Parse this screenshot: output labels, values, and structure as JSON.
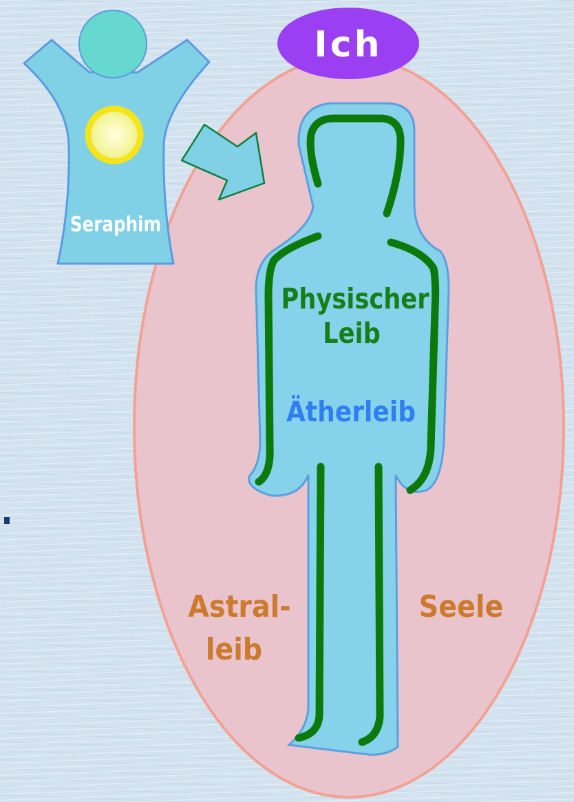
{
  "labels": {
    "ich": "Ich",
    "seraphim": "Seraphim",
    "physischer_leib_line1": "Physischer",
    "physischer_leib_line2": "Leib",
    "aetherleib": "Ätherleib",
    "astralleib_line1": "Astral-",
    "astralleib_line2": "leib",
    "seele": "Seele"
  },
  "colors": {
    "background": "#d3e2ef",
    "ich_fill": "#9b3ff2",
    "ich_text": "#ffffff",
    "soul_fill": "#e9c4cc",
    "soul_outline": "#f2a193",
    "body_fill": "#86d2ea",
    "body_outline": "#5c9fe0",
    "physical_line": "#0b7a0b",
    "physischer_leib_text": "#15801a",
    "aetherleib_text": "#2f7ff0",
    "astral_text": "#cc7a2e",
    "seraphim_body": "#80d0e6",
    "seraphim_head": "#66d8d0",
    "seraphim_outline": "#5a9be0",
    "sun_ring": "#f5e41a",
    "sun_core": "#f6f6a0",
    "seraphim_text": "#ffffff"
  },
  "icons": [
    "seraphim-figure",
    "arrow-right-icon",
    "human-body-silhouette",
    "bullet-marker"
  ]
}
